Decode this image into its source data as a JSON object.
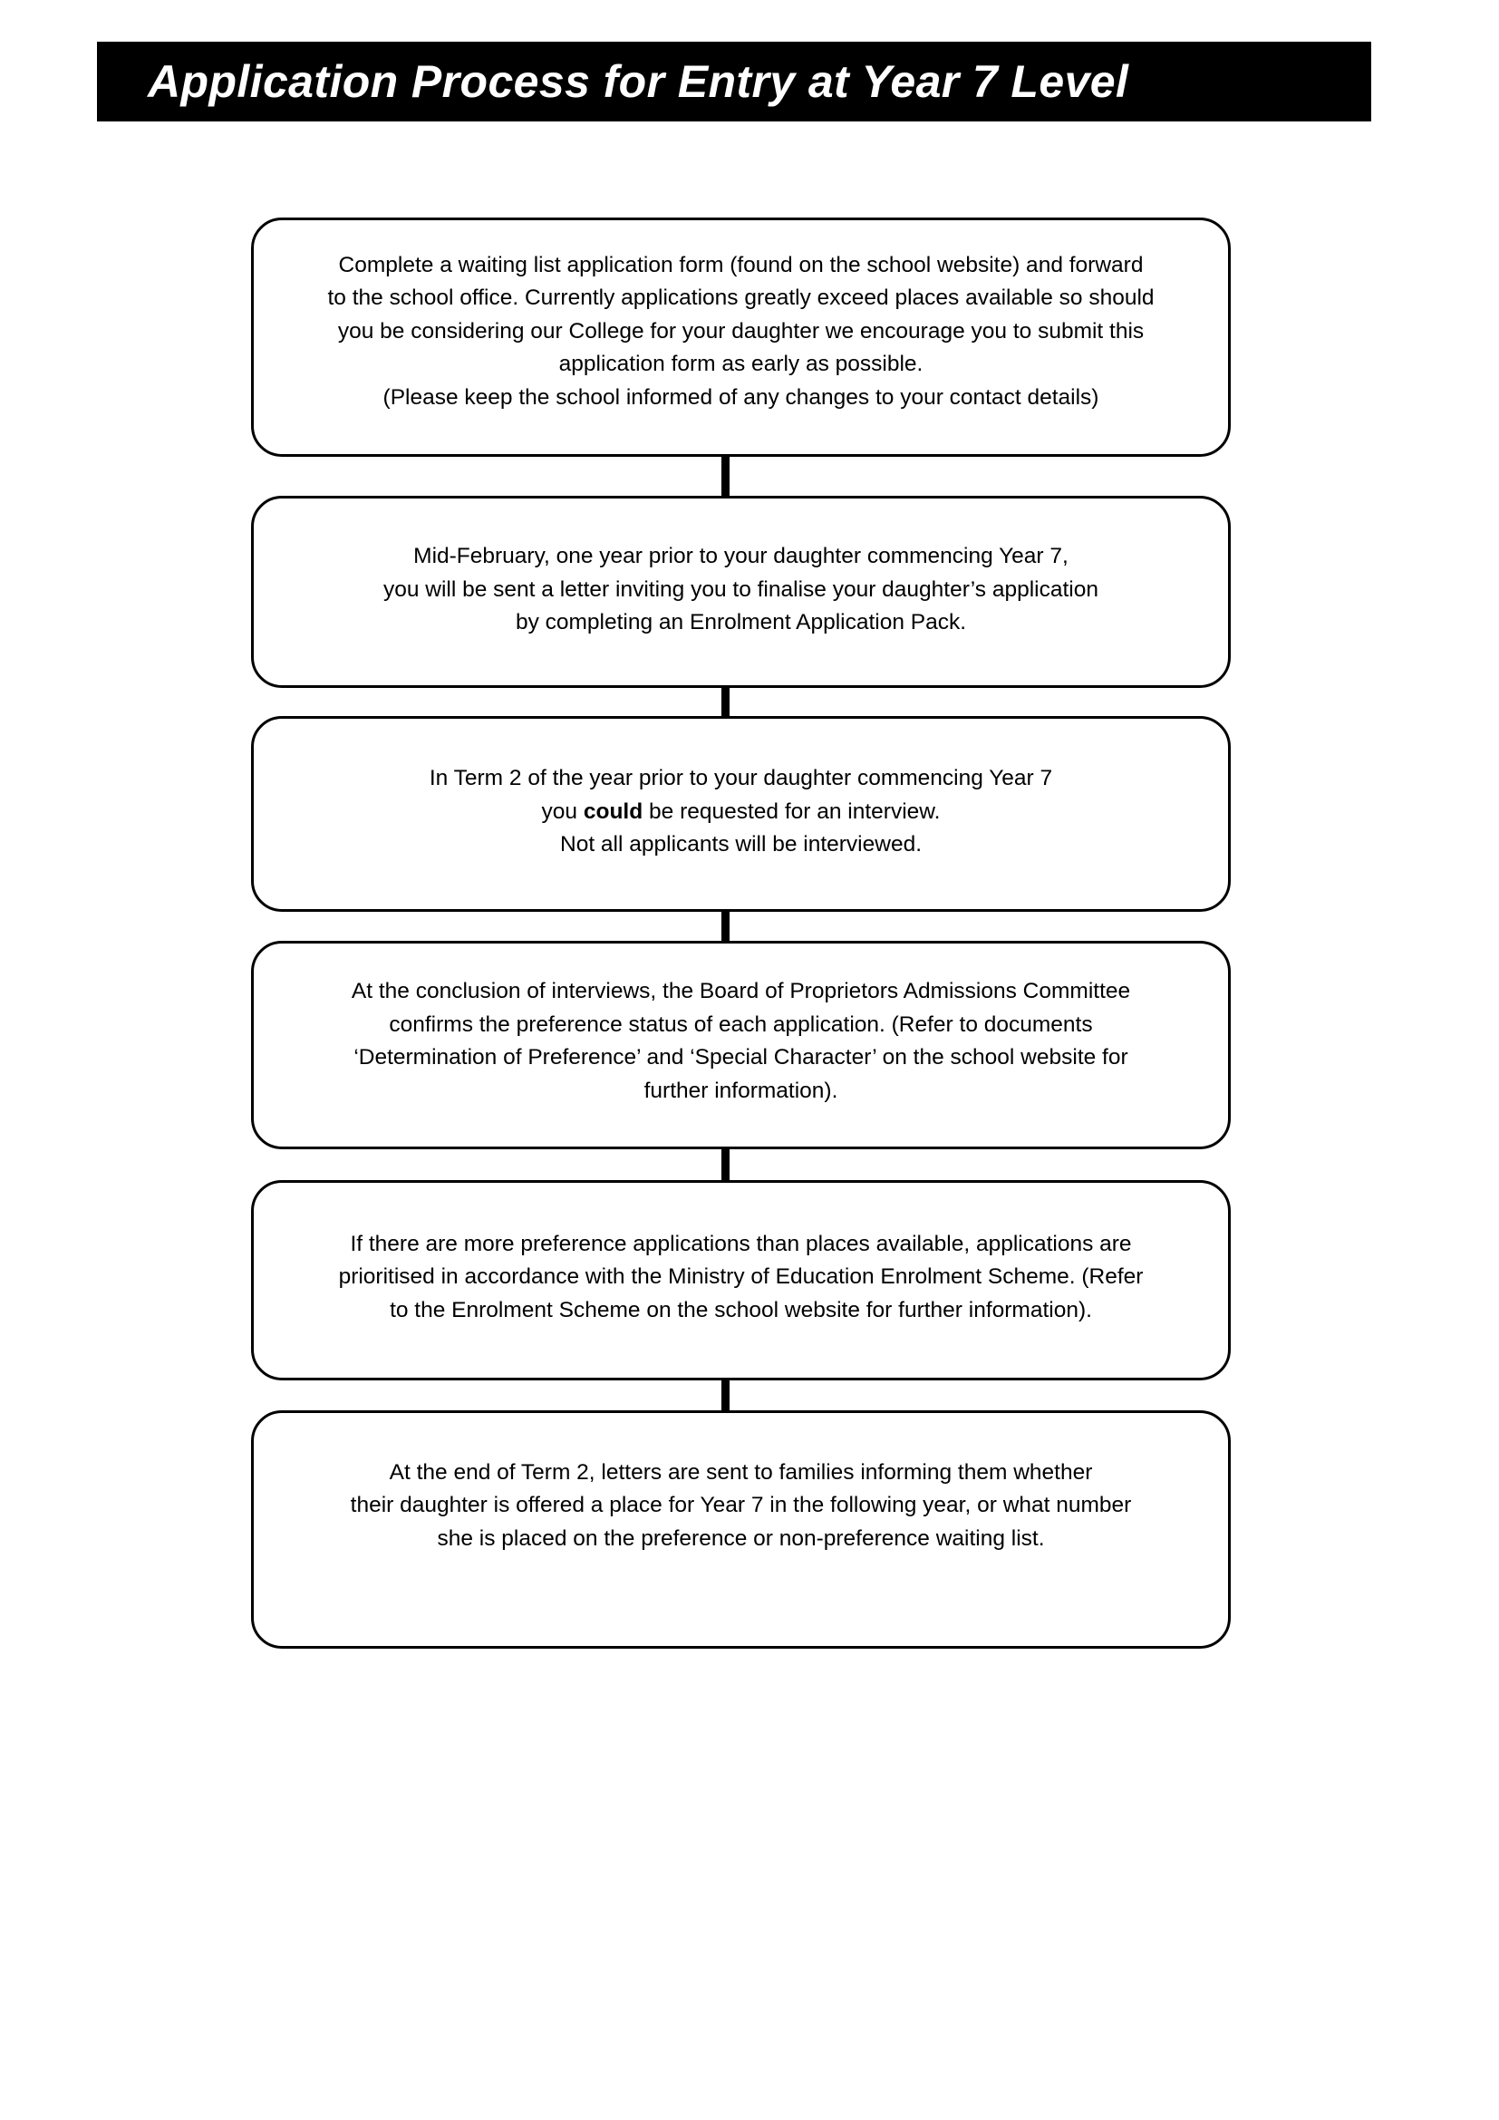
{
  "document": {
    "title": "Application Process for Entry at Year 7 Level",
    "banner_background": "#000000",
    "banner_text_color": "#ffffff",
    "page_background": "#ffffff"
  },
  "flowchart": {
    "type": "vertical-flow",
    "connector_color": "#000000",
    "box_border_color": "#000000",
    "steps": [
      {
        "id": "step-1",
        "name": "waiting-list-application",
        "text": "Complete a waiting list application form (found on the school website) and forward\nto the school office.  Currently applications greatly exceed places available so should\nyou be considering our College for your daughter we encourage you to submit this\napplication form as early as possible.\n(Please keep the school informed of any changes to your contact details)"
      },
      {
        "id": "step-2",
        "name": "mid-february-letter",
        "text": "Mid-February, one year prior to your daughter commencing Year 7,\nyou will be sent a letter inviting you to finalise your daughter’s application\nby completing an Enrolment Application Pack."
      },
      {
        "id": "step-3",
        "name": "term-2-interview",
        "text_prefix": "In Term 2 of the year prior to your daughter commencing Year 7\nyou ",
        "text_bold": "could",
        "text_suffix": " be requested for an interview.\nNot all applicants will be interviewed."
      },
      {
        "id": "step-4",
        "name": "admissions-committee-preference-status",
        "text": "At the conclusion of interviews, the Board of Proprietors Admissions Committee\nconfirms the preference status of each application. (Refer to documents\n‘Determination of Preference’ and ‘Special Character’ on the school website for\nfurther information)."
      },
      {
        "id": "step-5",
        "name": "enrolment-scheme-prioritisation",
        "text": "If there are more preference applications than places available, applications are\nprioritised in accordance with the Ministry of Education Enrolment Scheme. (Refer\nto the Enrolment Scheme on the school website for further information)."
      },
      {
        "id": "step-6",
        "name": "end-of-term-2-offer-letters",
        "text": "At the end of Term 2, letters are sent to families informing them whether\ntheir daughter is offered a place for Year 7 in the following year, or what number\nshe is placed on the preference or non-preference waiting list."
      }
    ]
  }
}
